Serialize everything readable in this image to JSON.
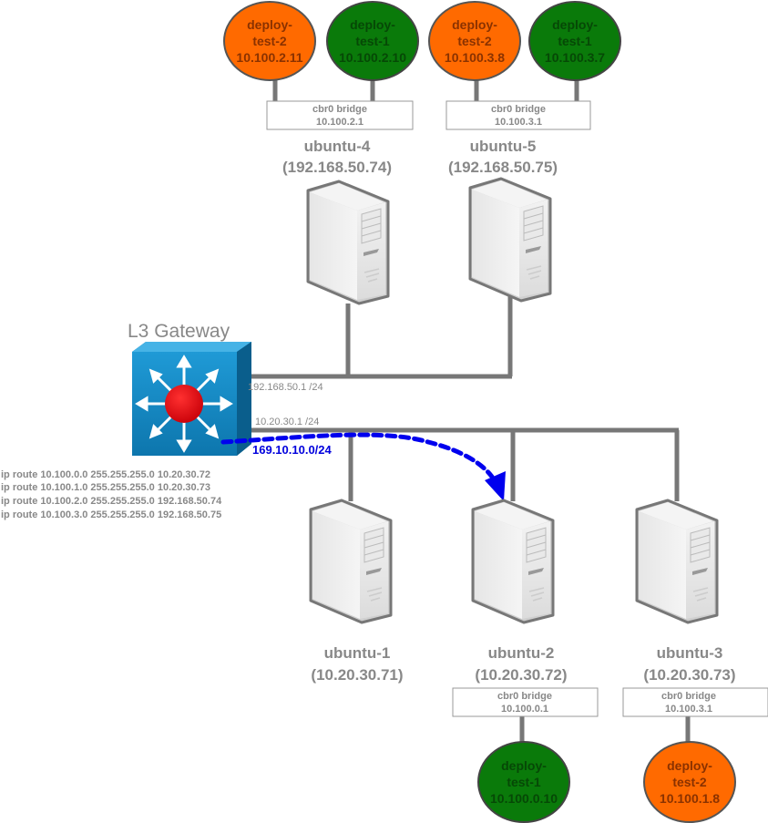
{
  "colors": {
    "pod_orange": "#ff6a00",
    "pod_green": "#0a7a0a",
    "line_gray": "#777777",
    "text_gray": "#888888",
    "route_blue": "#0000ee",
    "gateway_blue": "#1a8fc9",
    "gateway_core": "#e8000a"
  },
  "gateway": {
    "title": "L3 Gateway",
    "iface_upper": "192.168.50.1 /24",
    "iface_lower": "10.20.30.1 /24",
    "route_label": "169.10.10.0/24",
    "routes": [
      "ip route 10.100.0.0 255.255.255.0 10.20.30.72",
      "ip route 10.100.1.0 255.255.255.0 10.20.30.73",
      "ip route 10.100.2.0 255.255.255.0 192.168.50.74",
      "ip route 10.100.3.0 255.255.255.0 192.168.50.75"
    ]
  },
  "hosts": {
    "ubuntu4": {
      "name": "ubuntu-4",
      "ip": "(192.168.50.74)",
      "bridge": {
        "name": "cbr0 bridge",
        "ip": "10.100.2.1"
      },
      "pods": [
        {
          "line1": "deploy-",
          "line2": "test-2",
          "ip": "10.100.2.11"
        },
        {
          "line1": "deploy-",
          "line2": "test-1",
          "ip": "10.100.2.10"
        }
      ]
    },
    "ubuntu5": {
      "name": "ubuntu-5",
      "ip": "(192.168.50.75)",
      "bridge": {
        "name": "cbr0 bridge",
        "ip": "10.100.3.1"
      },
      "pods": [
        {
          "line1": "deploy-",
          "line2": "test-2",
          "ip": "10.100.3.8"
        },
        {
          "line1": "deploy-",
          "line2": "test-1",
          "ip": "10.100.3.7"
        }
      ]
    },
    "ubuntu1": {
      "name": "ubuntu-1",
      "ip": "(10.20.30.71)"
    },
    "ubuntu2": {
      "name": "ubuntu-2",
      "ip": "(10.20.30.72)",
      "bridge": {
        "name": "cbr0 bridge",
        "ip": "10.100.0.1"
      },
      "pods": [
        {
          "line1": "deploy-",
          "line2": "test-1",
          "ip": "10.100.0.10"
        }
      ]
    },
    "ubuntu3": {
      "name": "ubuntu-3",
      "ip": "(10.20.30.73)",
      "bridge": {
        "name": "cbr0 bridge",
        "ip": "10.100.3.1"
      },
      "pods": [
        {
          "line1": "deploy-",
          "line2": "test-2",
          "ip": "10.100.1.8"
        }
      ]
    }
  }
}
